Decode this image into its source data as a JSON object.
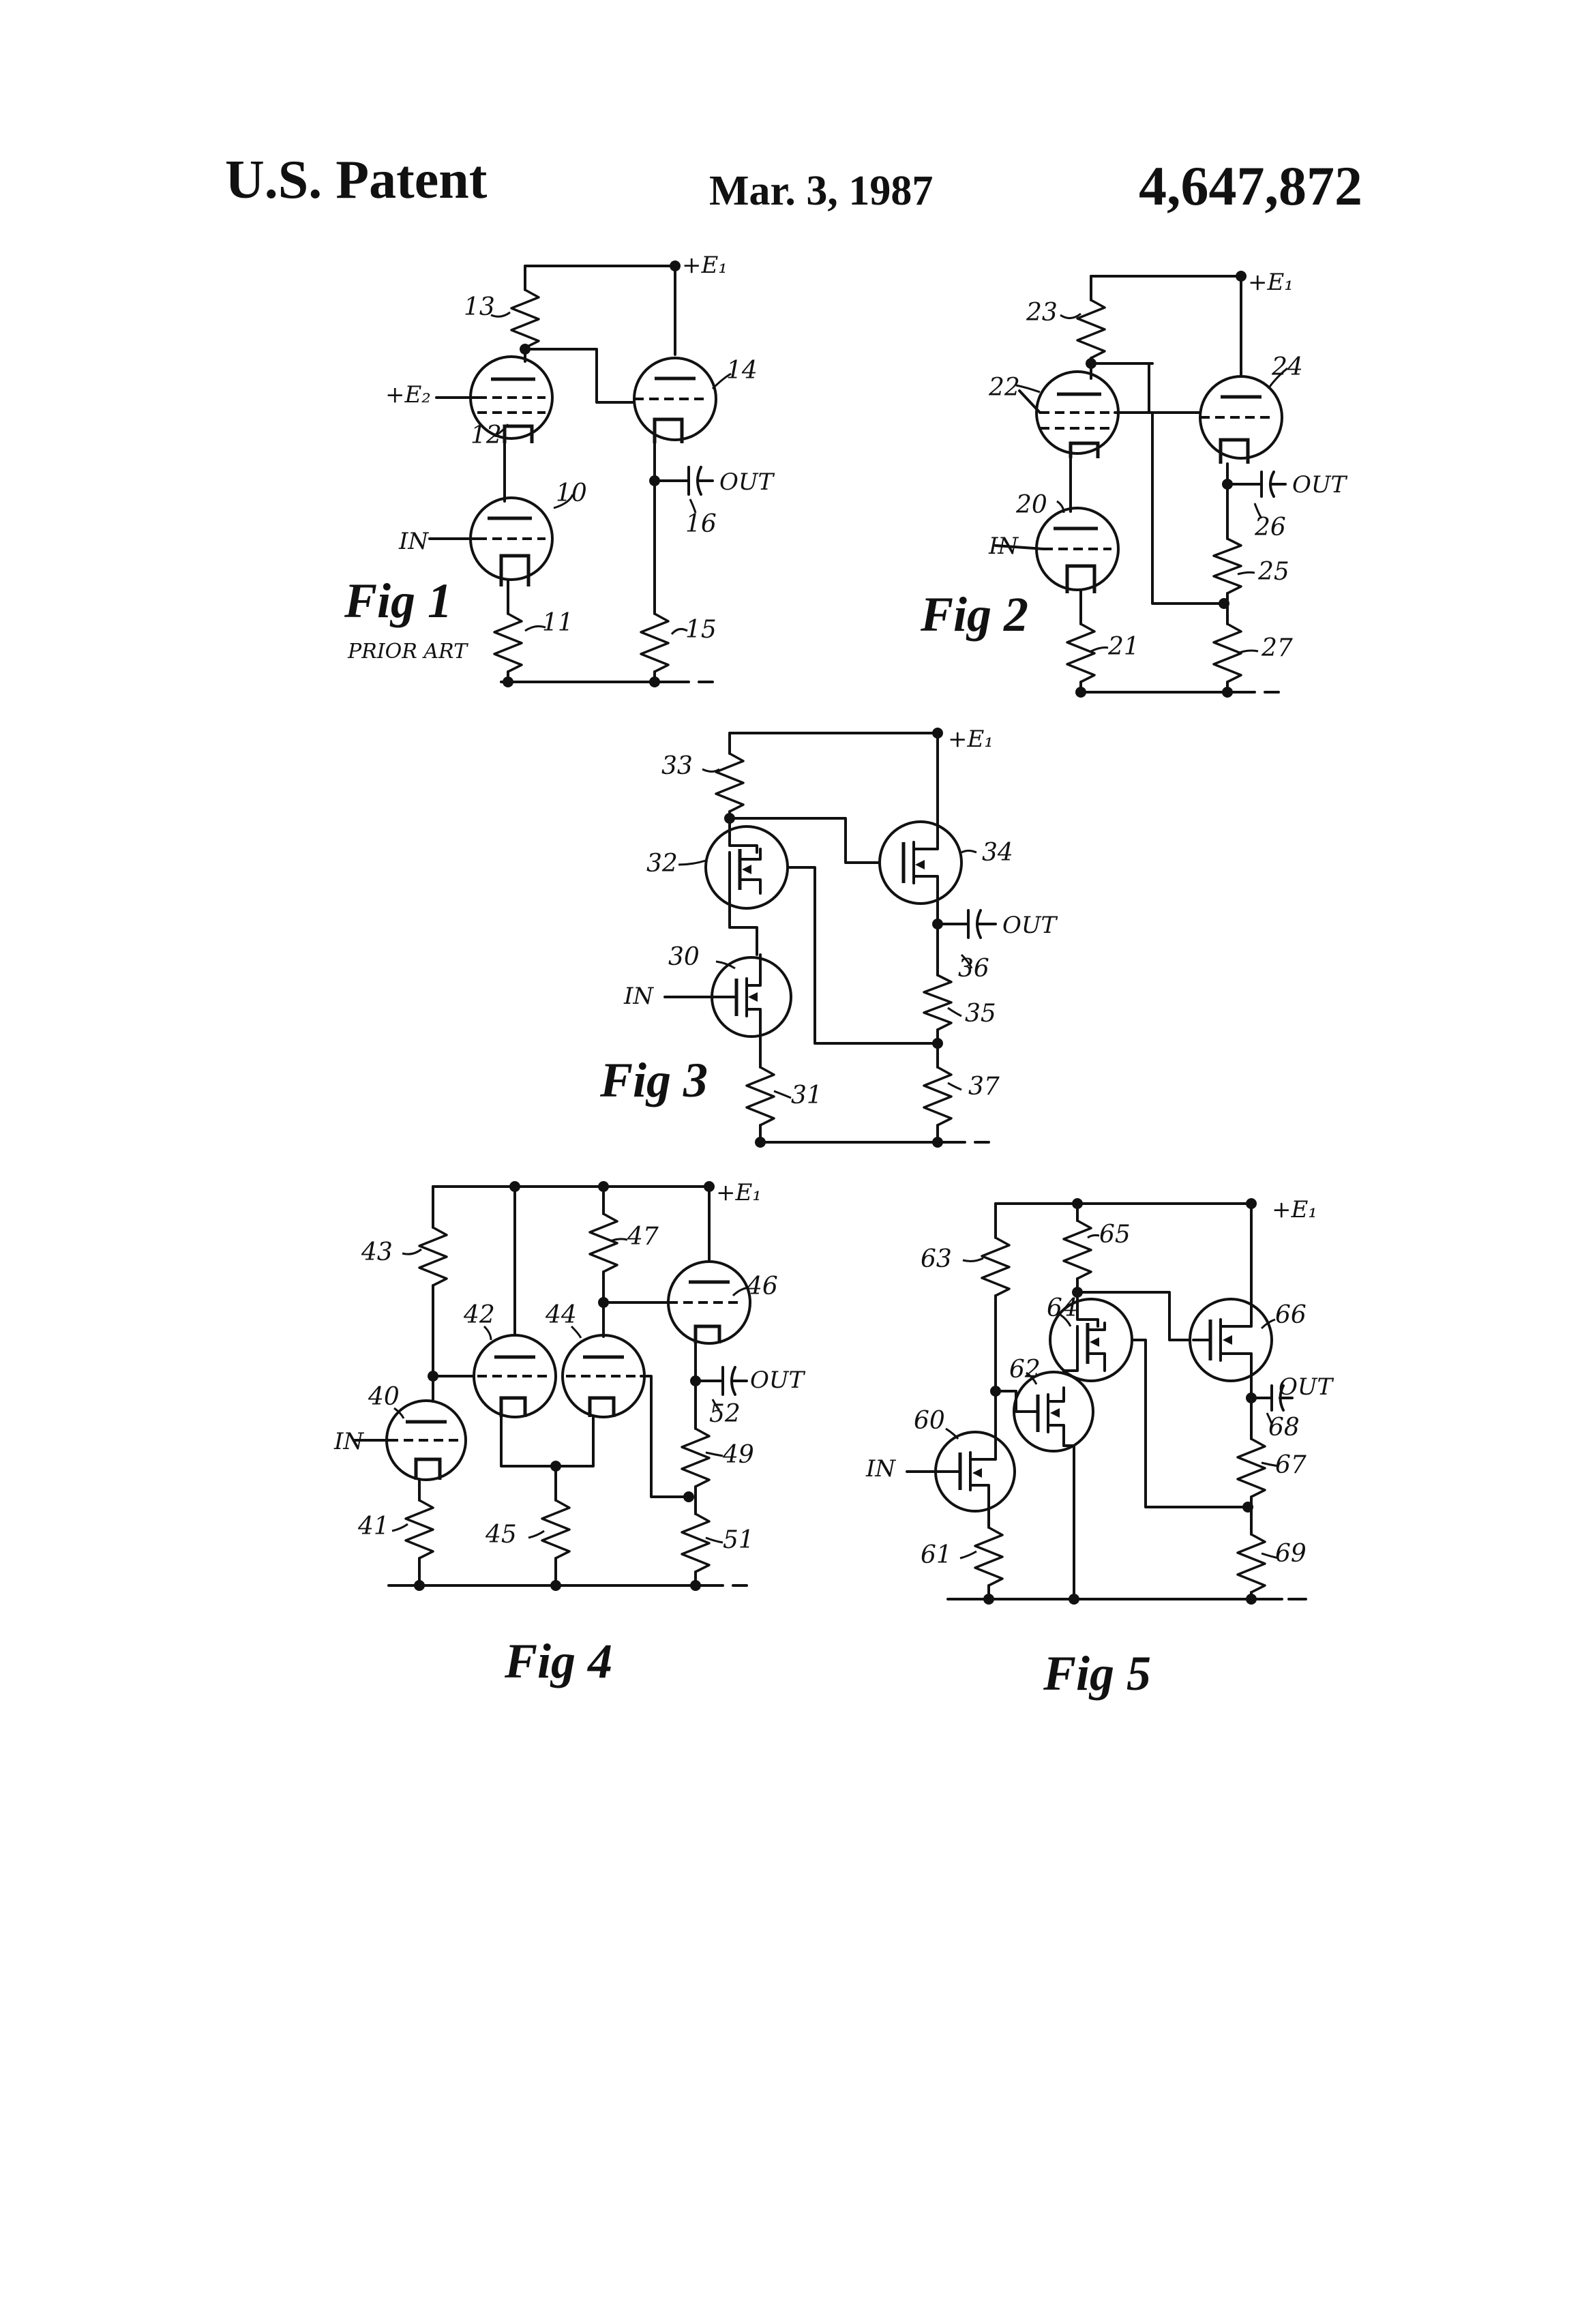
{
  "header": {
    "left": "U.S. Patent",
    "center": "Mar. 3, 1987",
    "right": "4,647,872"
  },
  "labels": {
    "e1": "+E₁",
    "e2": "+E₂",
    "in": "IN",
    "out": "OUT",
    "ref_10": "10",
    "ref_11": "11",
    "ref_12": "12",
    "ref_13": "13",
    "ref_14": "14",
    "ref_15": "15",
    "ref_16": "16",
    "ref_20": "20",
    "ref_21": "21",
    "ref_22": "22",
    "ref_23": "23",
    "ref_24": "24",
    "ref_25": "25",
    "ref_26": "26",
    "ref_27": "27",
    "ref_30": "30",
    "ref_31": "31",
    "ref_32": "32",
    "ref_33": "33",
    "ref_34": "34",
    "ref_35": "35",
    "ref_36": "36",
    "ref_37": "37",
    "ref_40": "40",
    "ref_41": "41",
    "ref_42": "42",
    "ref_43": "43",
    "ref_44": "44",
    "ref_45": "45",
    "ref_46": "46",
    "ref_47": "47",
    "ref_49": "49",
    "ref_51": "51",
    "ref_52": "52",
    "ref_60": "60",
    "ref_61": "61",
    "ref_62": "62",
    "ref_63": "63",
    "ref_64": "64",
    "ref_65": "65",
    "ref_66": "66",
    "ref_67": "67",
    "ref_68": "68",
    "ref_69": "69"
  },
  "figures": {
    "fig1": "Fig 1",
    "fig1_note": "PRIOR ART",
    "fig2": "Fig 2",
    "fig3": "Fig 3",
    "fig4": "Fig 4",
    "fig5": "Fig 5"
  }
}
